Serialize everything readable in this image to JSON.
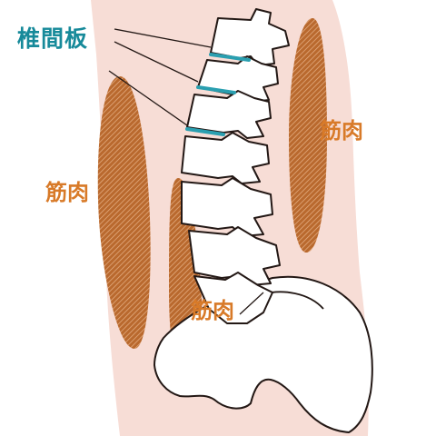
{
  "labels": {
    "intervertebral_disc": "椎間板",
    "muscle_left": "筋肉",
    "muscle_right": "筋肉",
    "muscle_bottom": "筋肉"
  },
  "colors": {
    "skin": "#f7ddd6",
    "bone": "#ffffff",
    "outline": "#231815",
    "disc": "#2a9fb0",
    "muscle": "#b9692e",
    "muscle_hatch": "#e9b48a",
    "label_disc": "#178a9a",
    "label_muscle": "#d87a28"
  }
}
